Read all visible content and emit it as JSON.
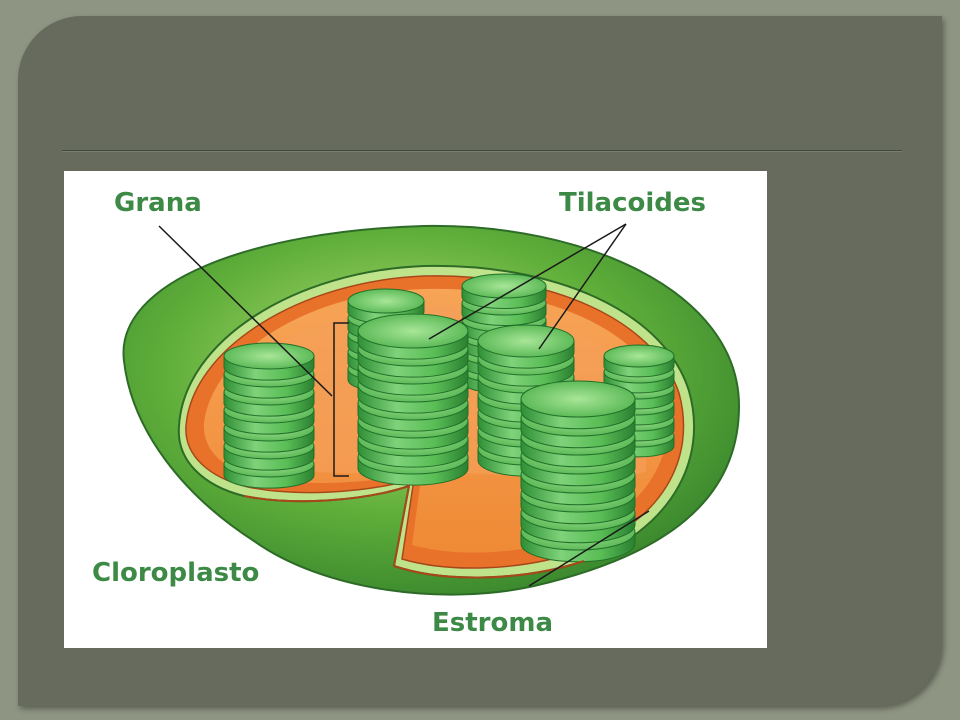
{
  "diagram": {
    "labels": {
      "grana": "Grana",
      "tilacoides": "Tilacoides",
      "cloroplasto": "Cloroplasto",
      "estroma": "Estroma"
    },
    "colors": {
      "outer_membrane": "#3f9a35",
      "outer_membrane_light": "#8cc63e",
      "inner_membrane": "#e8722a",
      "stroma": "#f59a4a",
      "thylakoid": "#5ec35c",
      "thylakoid_dark": "#2f8a33",
      "label": "#3c8a45"
    }
  }
}
